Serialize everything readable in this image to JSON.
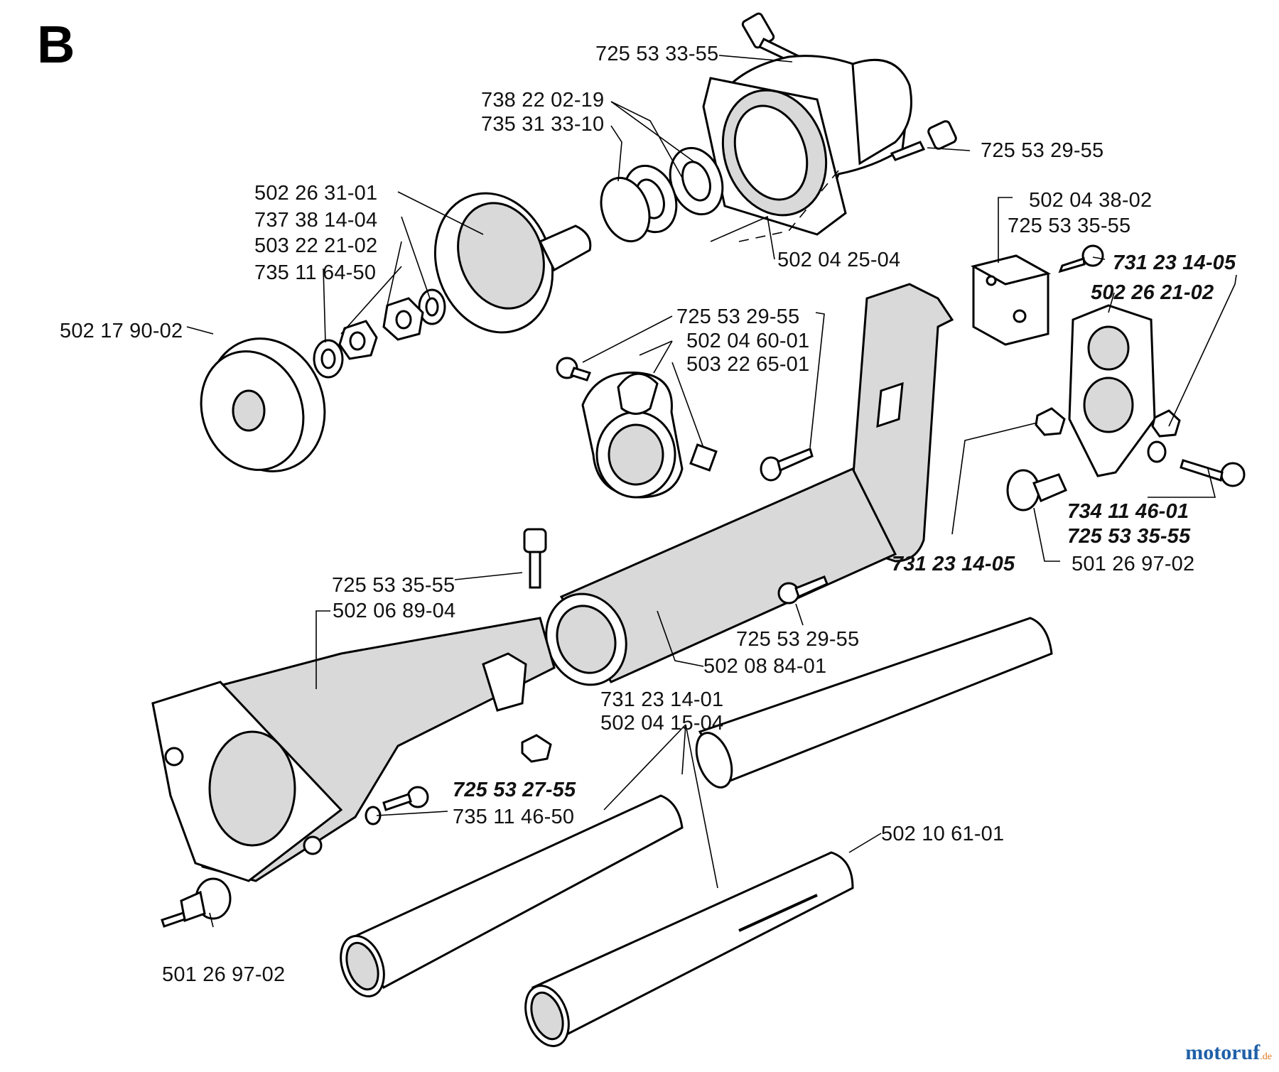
{
  "section_letter": "B",
  "watermark": {
    "brand": "motoruf",
    "suffix": ".de"
  },
  "labels": [
    {
      "id": "l1",
      "text": "725 53 33-55",
      "bold": false
    },
    {
      "id": "l2",
      "text": "738 22 02-19",
      "bold": false
    },
    {
      "id": "l3",
      "text": "735 31 33-10",
      "bold": false
    },
    {
      "id": "l4",
      "text": "725 53 29-55",
      "bold": false
    },
    {
      "id": "l5",
      "text": "502 26 31-01",
      "bold": false
    },
    {
      "id": "l6",
      "text": "737 38 14-04",
      "bold": false
    },
    {
      "id": "l7",
      "text": "503 22 21-02",
      "bold": false
    },
    {
      "id": "l8",
      "text": "735 11 64-50",
      "bold": false
    },
    {
      "id": "l9",
      "text": "502 17 90-02",
      "bold": false
    },
    {
      "id": "l10",
      "text": "502 04 25-04",
      "bold": false
    },
    {
      "id": "l11",
      "text": "502 04 38-02",
      "bold": false
    },
    {
      "id": "l12",
      "text": "725 53 35-55",
      "bold": false
    },
    {
      "id": "l13",
      "text": "731 23 14-05",
      "bold": true
    },
    {
      "id": "l14",
      "text": "502 26 21-02",
      "bold": true
    },
    {
      "id": "l15",
      "text": "725 53 29-55",
      "bold": false
    },
    {
      "id": "l16",
      "text": "502 04 60-01",
      "bold": false
    },
    {
      "id": "l17",
      "text": "503 22 65-01",
      "bold": false
    },
    {
      "id": "l18",
      "text": "734 11 46-01",
      "bold": true
    },
    {
      "id": "l19",
      "text": "725 53 35-55",
      "bold": true
    },
    {
      "id": "l20",
      "text": "731 23 14-05",
      "bold": true
    },
    {
      "id": "l21",
      "text": "501 26 97-02",
      "bold": false
    },
    {
      "id": "l22",
      "text": "725 53 35-55",
      "bold": false
    },
    {
      "id": "l23",
      "text": "502 06 89-04",
      "bold": false
    },
    {
      "id": "l24",
      "text": "725 53 29-55",
      "bold": false
    },
    {
      "id": "l25",
      "text": "502 08 84-01",
      "bold": false
    },
    {
      "id": "l26",
      "text": "731 23 14-01",
      "bold": false
    },
    {
      "id": "l27",
      "text": "502 04 15-04",
      "bold": false
    },
    {
      "id": "l28",
      "text": "725 53 27-55",
      "bold": true
    },
    {
      "id": "l29",
      "text": "735 11 46-50",
      "bold": false
    },
    {
      "id": "l30",
      "text": "502 10 61-01",
      "bold": false
    },
    {
      "id": "l31",
      "text": "501 26 97-02",
      "bold": false
    }
  ]
}
